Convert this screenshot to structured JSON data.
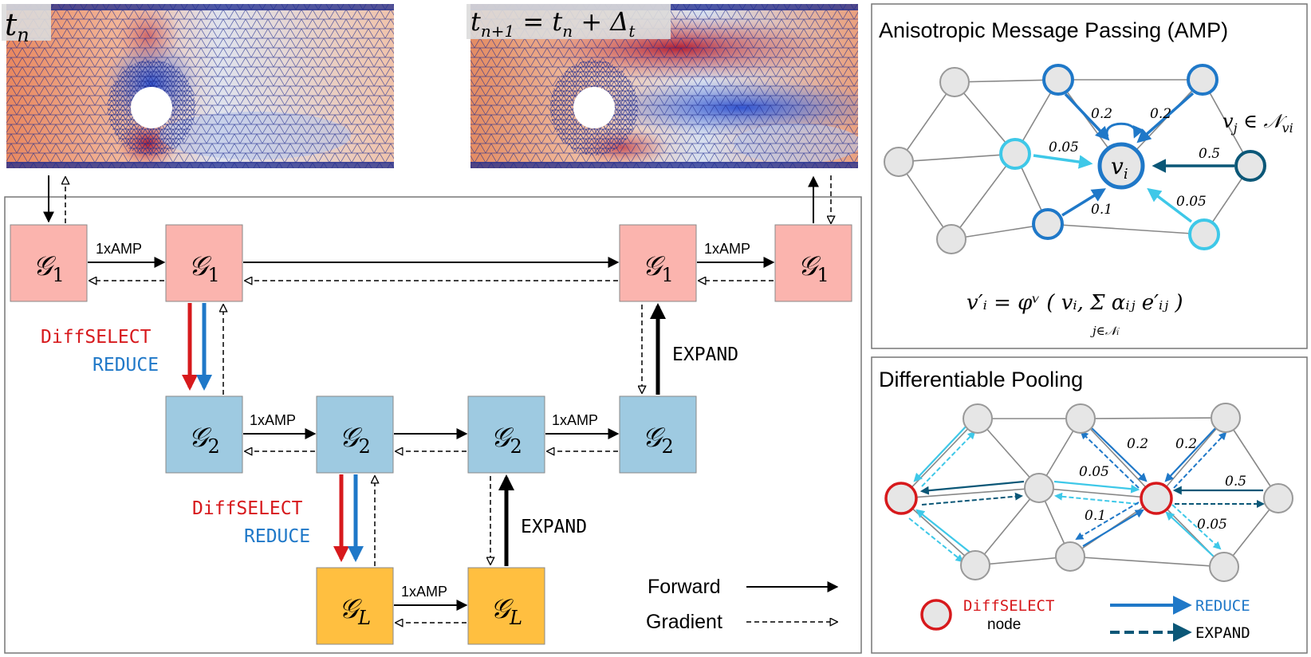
{
  "snapshots": {
    "left_label": "t",
    "left_sub": "n",
    "right_label_parts": [
      "t",
      "n+1",
      " = t",
      "n",
      " + Δ",
      "t"
    ]
  },
  "architecture": {
    "graph_symbol": "𝒢",
    "level1_sub": "1",
    "level2_sub": "2",
    "levelL_sub": "L",
    "amp_label": "1xAMP",
    "diffselect_label": "DiffSELECT",
    "reduce_label": "REDUCE",
    "expand_label": "EXPAND",
    "legend_forward": "Forward",
    "legend_gradient": "Gradient"
  },
  "amp_panel": {
    "title": "Anisotropic Message Passing (AMP)",
    "center_node": "v",
    "center_sub": "i",
    "neighbor_label": "v",
    "neighbor_sub": "j",
    "neighbor_rel": " ∈ 𝒩",
    "neighbor_rel_sub": "vi",
    "weights": [
      "0.2",
      "0.2",
      "0.05",
      "0.5",
      "0.1",
      "0.05"
    ],
    "formula": "v′ᵢ = φᵛ ( vᵢ, Σ αᵢⱼ e′ᵢⱼ )",
    "formula_sum_sub": "j∈𝒩ᵢ"
  },
  "pooling_panel": {
    "title": "Differentiable Pooling",
    "weights": [
      "0.2",
      "0.2",
      "0.05",
      "0.5",
      "0.1",
      "0.05"
    ],
    "legend_diffselect": "DiffSELECT",
    "legend_node": "node",
    "legend_reduce": "REDUCE",
    "legend_expand": "EXPAND"
  },
  "colors": {
    "level1": "#fbb4ae",
    "level2": "#9ecae1",
    "levelL": "#ffbf40",
    "diffselect": "#d7191c",
    "reduce": "#1f78c8",
    "expand": "#0b5777",
    "light_blue": "#3ec8e8"
  }
}
